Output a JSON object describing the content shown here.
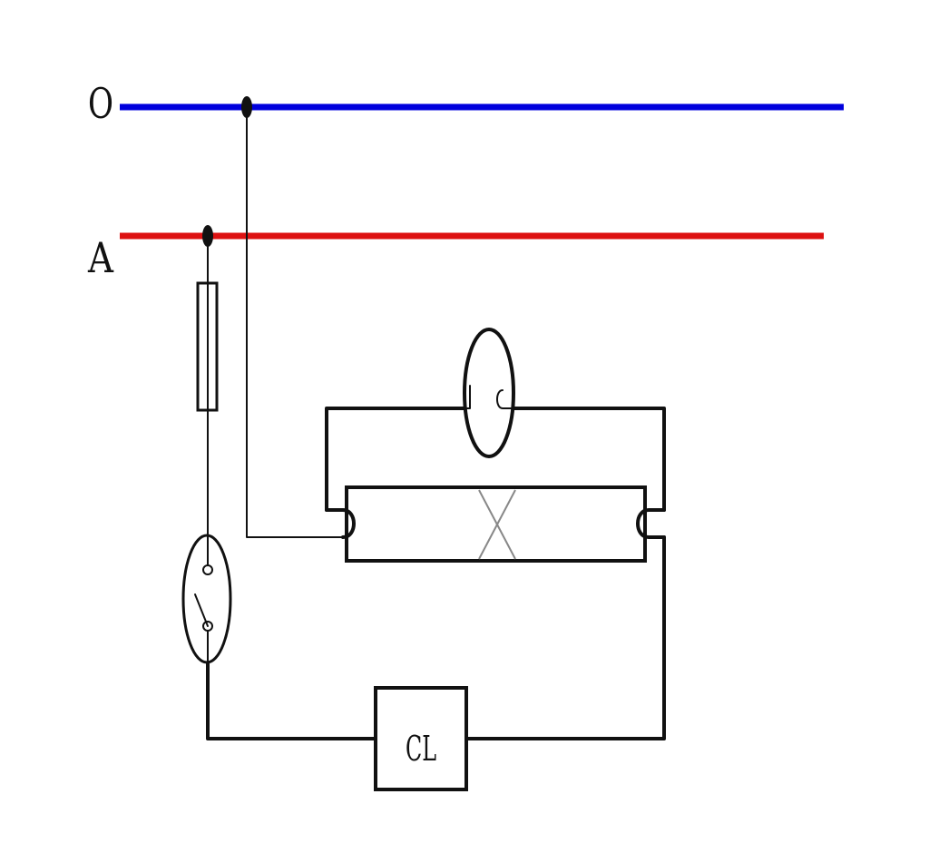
{
  "diagram": {
    "lines": {
      "neutral": {
        "label": "O",
        "color": "#0000dd"
      },
      "phase": {
        "label": "A",
        "color": "#dd1111"
      }
    },
    "components": {
      "fuse": {
        "icon": "fuse-icon"
      },
      "switch": {
        "icon": "switch-icon"
      },
      "starter": {
        "icon": "starter-icon"
      },
      "tube": {
        "icon": "fluorescent-tube-icon"
      },
      "ballast": {
        "label": "CL",
        "icon": "ballast-icon"
      }
    },
    "wire_color": "#111111"
  }
}
